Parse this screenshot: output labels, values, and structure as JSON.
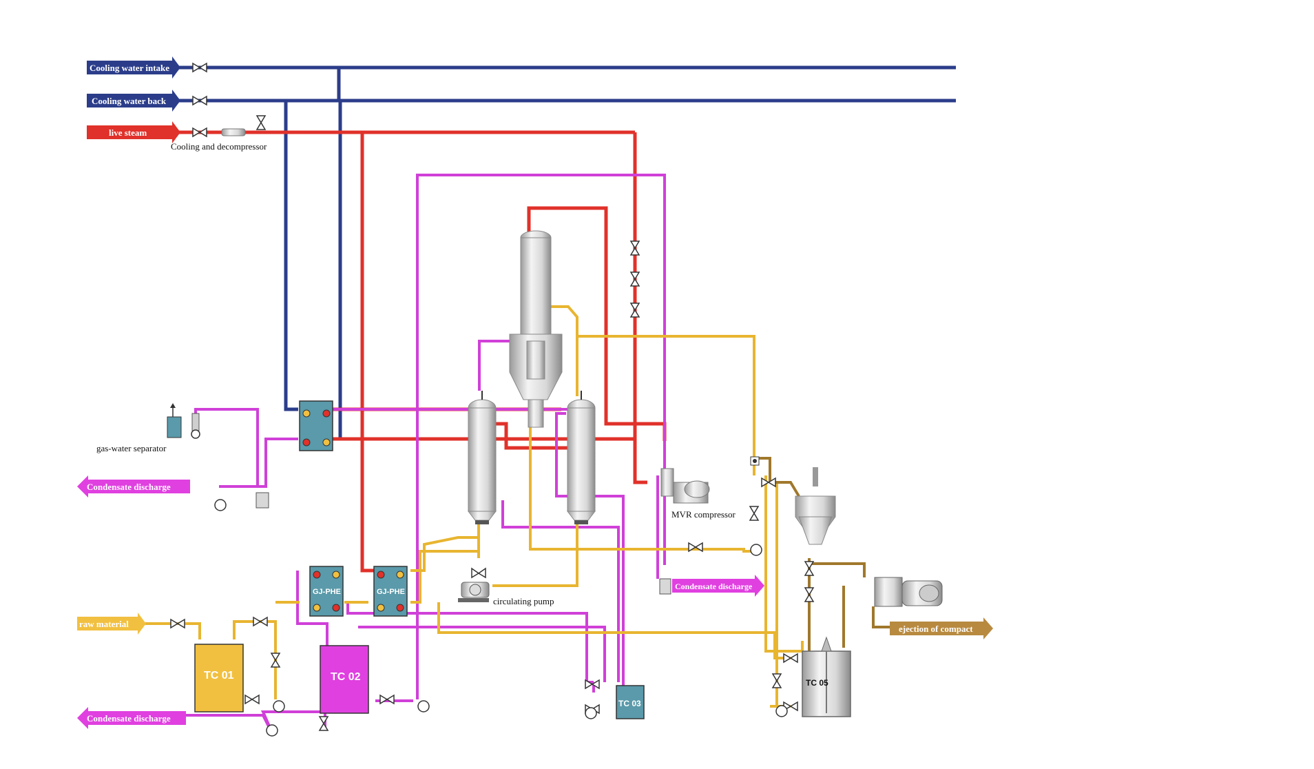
{
  "colors": {
    "cooling_water": "#2b3d8a",
    "live_steam": "#e0312a",
    "condensate": "#e040e0",
    "material": "#f2c040",
    "compact": "#b88a40",
    "heat_exchanger": "#5a9aaa",
    "equipment": "#cfcfcf"
  },
  "inputs": {
    "cooling_water_intake": "Cooling water intake",
    "cooling_water_back": "Cooling water back",
    "live_steam": "live steam",
    "raw_material": "raw material"
  },
  "outputs": {
    "condensate_discharge_1": "Condensate discharge",
    "condensate_discharge_2": "Condensate discharge",
    "condensate_discharge_3": "Condensate discharge",
    "ejection_of_compact": "ejection of compact"
  },
  "labels": {
    "cooling_and_decompressor": "Cooling and decompressor",
    "gas_water_separator": "gas-water separator",
    "mvr_compressor": "MVR compressor",
    "circulating_pump": "circulating pump"
  },
  "tanks": {
    "tc01": "TC 01",
    "tc02": "TC 02",
    "tc03": "TC 03",
    "tc05": "TC 05"
  },
  "heat_exchangers": {
    "phe1": "GJ-PHE",
    "phe2": "GJ-PHE"
  }
}
